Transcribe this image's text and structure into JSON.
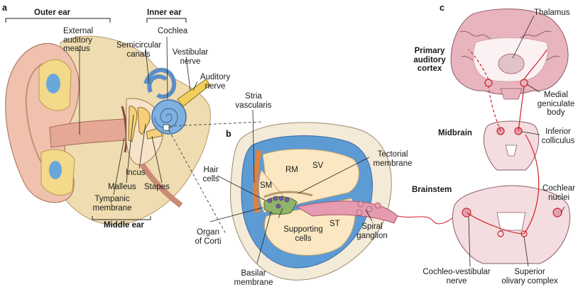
{
  "panels": {
    "a": "a",
    "b": "b",
    "c": "c"
  },
  "panel_a": {
    "outer_ear": "Outer ear",
    "inner_ear": "Inner ear",
    "middle_ear": "Middle ear",
    "external_auditory_meatus": "External\nauditory\nmeatus",
    "semicircular_canals": "Semicircular\ncanals",
    "cochlea": "Cochlea",
    "vestibular_nerve": "Vestibular\nnerve",
    "auditory_nerve": "Auditory\nnerve",
    "incus": "Incus",
    "malleus": "Malleus",
    "stapes": "Stapes",
    "tympanic_membrane": "Tympanic\nmembrane"
  },
  "panel_b": {
    "stria_vascularis": "Stria\nvascularis",
    "tectorial_membrane": "Tectorial\nmembrane",
    "hair_cells": "Hair\ncells",
    "rm": "RM",
    "sv": "SV",
    "sm": "SM",
    "st": "ST",
    "organ_of_corti": "Organ\nof Corti",
    "supporting_cells": "Supporting\ncells",
    "spiral_ganglion": "Spiral\nganglion",
    "basilar_membrane": "Basilar\nmembrane"
  },
  "panel_c": {
    "thalamus": "Thalamus",
    "primary_auditory_cortex": "Primary\nauditory\ncortex",
    "medial_geniculate_body": "Medial\ngeniculate\nbody",
    "midbrain": "Midbrain",
    "inferior_colliculus": "Inferior\ncolliculus",
    "brainstem": "Brainstem",
    "cochlear_nuclei": "Cochlear\nnuclei",
    "cochleo_vestibular_nerve": "Cochleo-vestibular\nnerve",
    "superior_olivary_complex": "Superior\nolivary complex"
  },
  "colors": {
    "skin": "#f0c2ae",
    "bone": "#f3d98a",
    "fluid_blue": "#6aa7d9",
    "cochlea_blue": "#7fb0de",
    "panel_b_blue": "#5d9bd5",
    "panel_b_fluid": "#fbe8c2",
    "nerve_pink": "#e79bb0",
    "brain_pink": "#e8b4be",
    "pathway_red": "#cf2027"
  }
}
